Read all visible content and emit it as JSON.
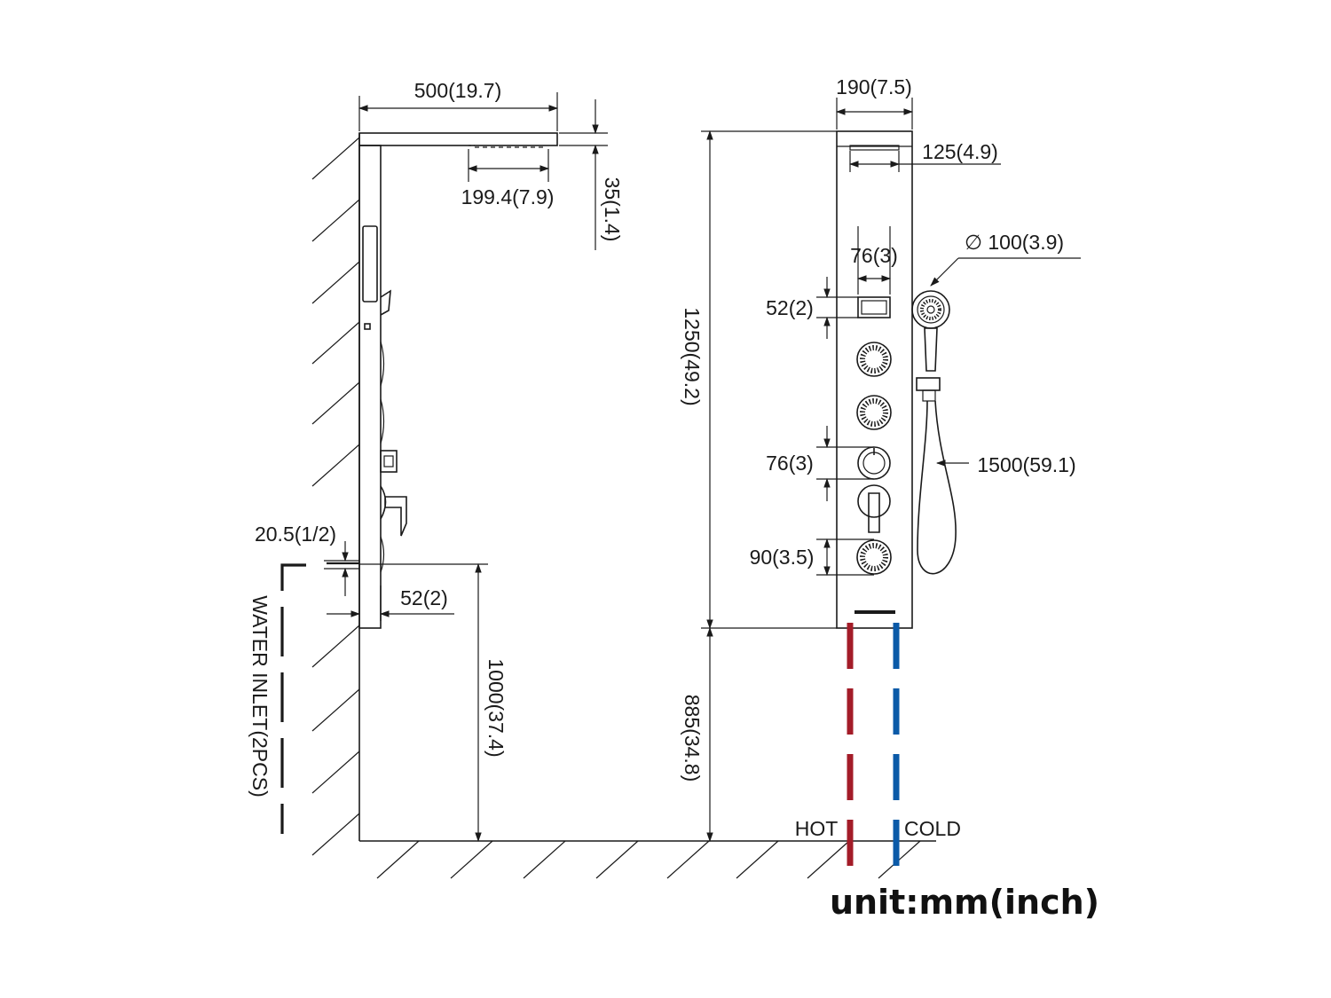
{
  "labels": {
    "side_width": "500(19.7)",
    "rain_width": "199.4(7.9)",
    "top_thickness": "35(1.4)",
    "inlet_offset": "20.5(1/2)",
    "panel_depth": "52(2)",
    "water_inlet": "WATER INLET(2PCS)",
    "install_height": "1000(37.4)",
    "panel_height": "1250(49.2)",
    "floor_height": "885(34.8)",
    "front_width": "190(7.5)",
    "top_rain_width": "125(4.9)",
    "handshower_dia": "∅ 100(3.9)",
    "display_width": "76(3)",
    "display_height": "52(2)",
    "knob_size": "76(3)",
    "jet_size": "90(3.5)",
    "hose_length": "1500(59.1)",
    "hot": "HOT",
    "cold": "COLD",
    "unit": "unit:mm(inch)"
  },
  "colors": {
    "hot": "#a31c28",
    "cold": "#0b5aa8",
    "line": "#1a1a1a"
  }
}
